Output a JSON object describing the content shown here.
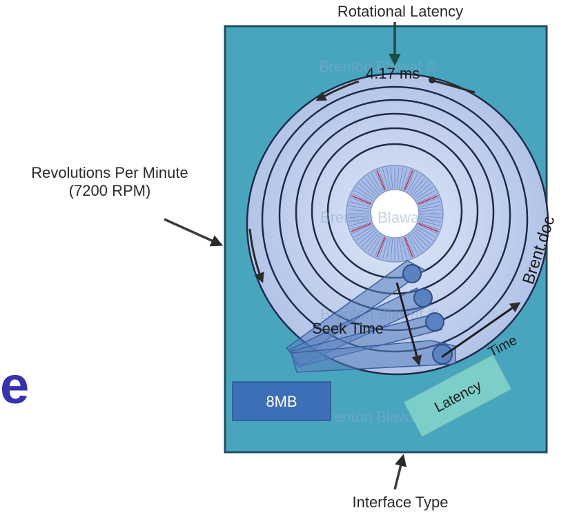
{
  "labels": {
    "rotational_latency": "Rotational Latency",
    "latency_value": "4.17 ms",
    "rpm_line1": "Revolutions Per Minute",
    "rpm_line2": "(7200 RPM)",
    "seek_time": "Seek Time",
    "file_name": "Brent.doc",
    "transfer_time": "Time",
    "latency_box": "Latency",
    "cache": "8MB",
    "interface_type": "Interface Type",
    "cut_off_heading_char": "e"
  },
  "watermarks": [
    "Brenton Blawat ©",
    "Brenton Blawat ©",
    "Brenton Blawat ©",
    "Brenton Blawat ©"
  ],
  "colors": {
    "case": "#47a6be",
    "case_border": "#1f4e63",
    "platter_outer": "#c9d6ee",
    "platter_inner": "#aabfe6",
    "track_line": "#1e2a48",
    "hub_fill": "#9fb5e3",
    "spoke_red": "#c8334a",
    "arm": "#5a82c0",
    "cache_box": "#3d6fb6",
    "latency_box": "#7ccfc8",
    "heading_text": "#3730b0"
  }
}
